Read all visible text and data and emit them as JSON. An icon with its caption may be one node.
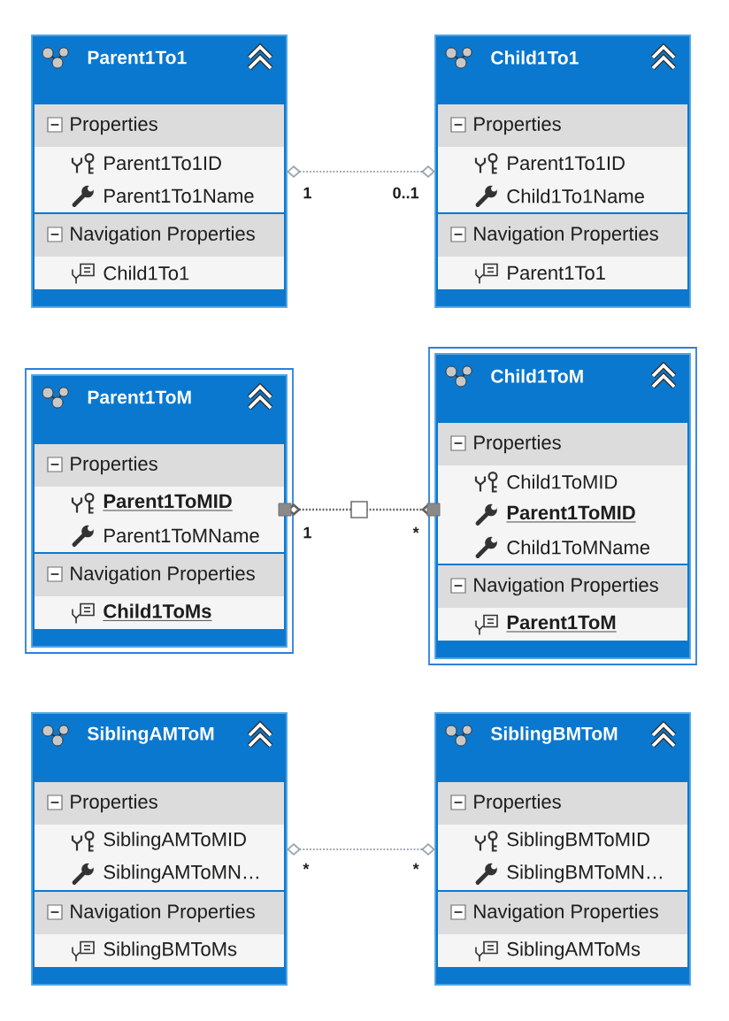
{
  "diagram": {
    "nodes": [
      {
        "text": [
          "Parent1To1"
        ]
      },
      {
        "text": [
          "Properties",
          "Parent1To1ID",
          "Parent1To1Name"
        ],
        "in": 0
      },
      {
        "text": [
          "Navigation Properties",
          "Child1To1"
        ],
        "in": 0
      },
      {
        "text": [
          "Child1To1"
        ]
      },
      {
        "text": [
          "Properties",
          "Parent1To1ID",
          "Child1To1Name"
        ],
        "in": 3
      },
      {
        "text": [
          "Navigation Properties",
          "Parent1To1"
        ],
        "in": 3
      },
      {
        "text": [
          "Parent1ToM"
        ]
      },
      {
        "text": [
          "Properties",
          "Parent1ToMID",
          "Parent1ToMName"
        ],
        "in": 6
      },
      {
        "text": [
          "Navigation Properties",
          "Child1ToMs"
        ],
        "in": 6
      },
      {
        "text": [
          "Child1ToM"
        ]
      },
      {
        "text": [
          "Properties",
          "Child1ToMID",
          "Parent1ToMID",
          "Child1ToMName"
        ],
        "in": 9
      },
      {
        "text": [
          "Navigation Properties",
          "Parent1ToM"
        ],
        "in": 9
      },
      {
        "text": [
          "SiblingAMToM"
        ]
      },
      {
        "text": [
          "Properties",
          "SiblingAMToMID",
          "SiblingAMToMN…"
        ],
        "in": 12
      },
      {
        "text": [
          "Navigation Properties",
          "SiblingBMToMs"
        ],
        "in": 12
      },
      {
        "text": [
          "SiblingBMToM"
        ]
      },
      {
        "text": [
          "Properties",
          "SiblingBMToMID",
          "SiblingBMToMN…"
        ],
        "in": 15
      },
      {
        "text": [
          "Navigation Properties",
          "SiblingAMToMs"
        ],
        "in": 15
      }
    ],
    "edges": [
      {
        "from": 0,
        "to": 3,
        "arrow": "other",
        "style": "dashed"
      },
      {
        "from": 6,
        "to": 9,
        "arrow": "other",
        "style": "dashed",
        "color": "#5f5f5f"
      },
      {
        "from": 12,
        "to": 15,
        "arrow": "other",
        "style": "dashed"
      }
    ],
    "labels": [
      "1",
      "0..1",
      "1",
      "*",
      "*",
      "*"
    ]
  }
}
